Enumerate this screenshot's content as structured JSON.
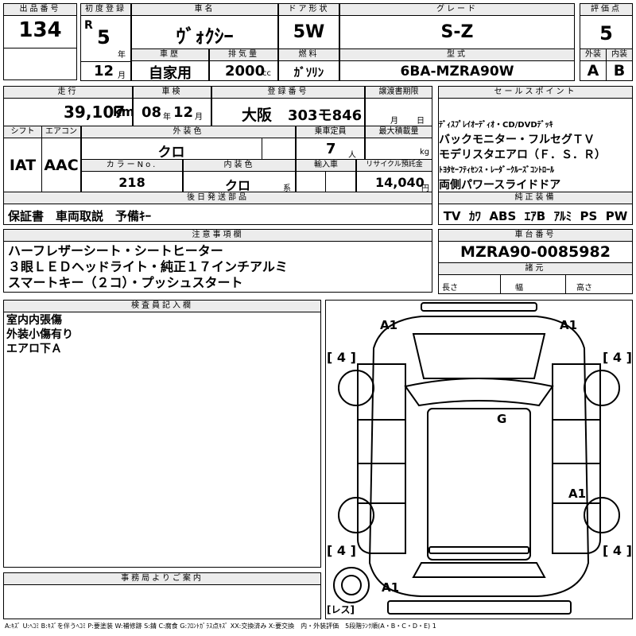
{
  "headers": {
    "lot_no": "出品番号",
    "first_reg": "初度登録",
    "car_name": "車名",
    "door": "ドア形状",
    "grade": "グレード",
    "score": "評価点",
    "history": "車歴",
    "displacement": "排気量",
    "fuel": "燃料",
    "model_code": "型式",
    "exterior": "外装",
    "interior": "内装",
    "mileage": "走行",
    "inspection": "車検",
    "reg_no": "登録番号",
    "transfer_deadline": "譲渡書期限",
    "sales_point": "セールスポイント",
    "shift": "シフト",
    "aircon": "エアコン",
    "ext_color": "外装色",
    "capacity": "乗車定員",
    "max_load": "最大積載量",
    "color_no": "カラーNo.",
    "int_color": "内装色",
    "import": "輸入車",
    "recycle": "リサイクル預託金",
    "later_parts": "後日発送部品",
    "genuine_equipment": "純正装備",
    "notes": "注意事項欄",
    "chassis_no": "車台番号",
    "dimensions": "諸元",
    "inspector_notes": "検査員記入欄",
    "office_notice": "事務局よりご案内"
  },
  "vehicle": {
    "lot_no": "134",
    "era": "R",
    "first_reg_year": "5",
    "first_reg_month": "12",
    "year_unit": "年",
    "month_unit": "月",
    "name": "ｳﾞｫｸｼｰ",
    "door": "5W",
    "grade": "S-Z",
    "score": "5",
    "history": "自家用",
    "displacement": "2000",
    "cc_unit": "cc",
    "fuel": "ｶﾞｿﾘﾝ",
    "model_code": "6BA-MZRA90W",
    "exterior": "A",
    "interior": "B",
    "mileage": "39,107",
    "km_unit": "km",
    "inspection_year": "08",
    "inspection_month": "12",
    "reg_area": "大阪",
    "reg_number": "303モ846",
    "deadline_month_label": "月",
    "deadline_day_label": "日",
    "shift": "IAT",
    "aircon": "AAC",
    "ext_color": "クロ",
    "capacity": "7",
    "person_unit": "人",
    "kg_unit": "kg",
    "color_no": "218",
    "int_color": "クロ",
    "int_color_suffix": "系",
    "recycle_fee": "14,040",
    "yen_unit": "円",
    "chassis_no": "MZRA90-0085982",
    "length_label": "長さ",
    "width_label": "幅",
    "height_label": "高さ"
  },
  "sales_points": [
    "ﾃﾞｨｽﾌﾟﾚｲｵｰﾃﾞｨｵ・CD/DVDﾃﾞｯｷ",
    "バックモニター・フルセグＴＶ",
    "モデリスタエアロ（Ｆ．Ｓ．Ｒ）",
    "ﾄﾖﾀｾｰﾌﾃｨｾﾝｽ・ﾚｰﾀﾞｰｸﾙｰｽﾞｺﾝﾄﾛｰﾙ",
    "両側パワースライドドア"
  ],
  "later_parts": "保証書　車両取説　予備ｷｰ",
  "genuine_equipment": "TV  ｶﾜ  ABS  ｴｱB  ｱﾙﾐ  PS  PW",
  "notes": [
    "ハーフレザーシート・シートヒーター",
    "３眼ＬＥＤヘッドライト・純正１７インチアルミ",
    "スマートキー（２コ）・プッシュスタート"
  ],
  "inspector_notes": [
    "室内内張傷",
    "外装小傷有り",
    "エアロ下Ａ"
  ],
  "diagram": {
    "marks": {
      "front_left": "A1",
      "front_right": "A1",
      "center": "G",
      "rear_right_door": "A1",
      "rear_bumper": "A1"
    },
    "tire_tl": "4",
    "tire_tr": "4",
    "tire_bl": "4",
    "tire_br": "4",
    "spare_label": "レス"
  },
  "legend": "A:ｷｽﾞ U:ﾍｺﾐ B:ｷｽﾞを伴うﾍｺﾐ P:要塗装 W:補修跡 S:錆 C:腐食 G:ﾌﾛﾝﾄｶﾞﾗｽ点ｷｽﾞ XX:交換済み X:要交換　内・外装評価　5段階ﾗﾝｸ順(A・B・C・D・E) 1"
}
